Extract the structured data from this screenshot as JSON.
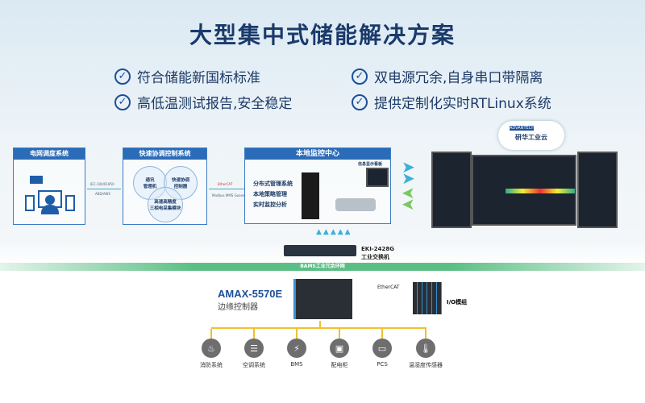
{
  "title": "大型集中式储能解决方案",
  "features": [
    "符合储能新国标标准",
    "高低温测试报告,安全稳定",
    "双电源冗余,自身串口带隔离",
    "提供定制化实时RTLinux系统"
  ],
  "panels": {
    "grid": {
      "title": "电网调度系统"
    },
    "fast": {
      "title": "快速协调控制系统",
      "circles": [
        "通讯\n管理机",
        "快速协调\n控制器",
        "高速高精度\n三相电采集模块"
      ]
    },
    "local": {
      "title": "本地监控中心",
      "items": [
        "分布式管理系统",
        "本地策略管理",
        "实时监控分析"
      ],
      "board_label": "信息显示看板"
    }
  },
  "links": {
    "left_top": "IEC-104/61850",
    "left_bottom": "ABD/AWS",
    "right_top": "EtherCAT",
    "right_bottom": "Modbus MMS Goose"
  },
  "cloud": {
    "brand": "ADVANTECH",
    "label": "研华工业云"
  },
  "switch": {
    "model": "EKI-2428G",
    "desc": "工业交换机"
  },
  "ring": "BAMS工业冗余环网",
  "controller": {
    "model": "AMAX-5570E",
    "desc": "边缘控制器"
  },
  "io": {
    "protocol": "EtherCAT",
    "label": "I/O模组"
  },
  "devices": [
    {
      "label": "消防系统",
      "icon": "fire-hydrant-icon",
      "glyph": "♨"
    },
    {
      "label": "空调系统",
      "icon": "air-conditioner-icon",
      "glyph": "☰"
    },
    {
      "label": "BMS",
      "icon": "battery-bolt-icon",
      "glyph": "⚡"
    },
    {
      "label": "配电柜",
      "icon": "cabinet-icon",
      "glyph": "▣"
    },
    {
      "label": "PCS",
      "icon": "converter-icon",
      "glyph": "▭"
    },
    {
      "label": "温湿度传感器",
      "icon": "thermometer-icon",
      "glyph": "🌡"
    }
  ],
  "colors": {
    "title": "#1a3a6b",
    "panel": "#2b6cb8",
    "ring": "#5bbf85",
    "bus": "#f0c030"
  }
}
